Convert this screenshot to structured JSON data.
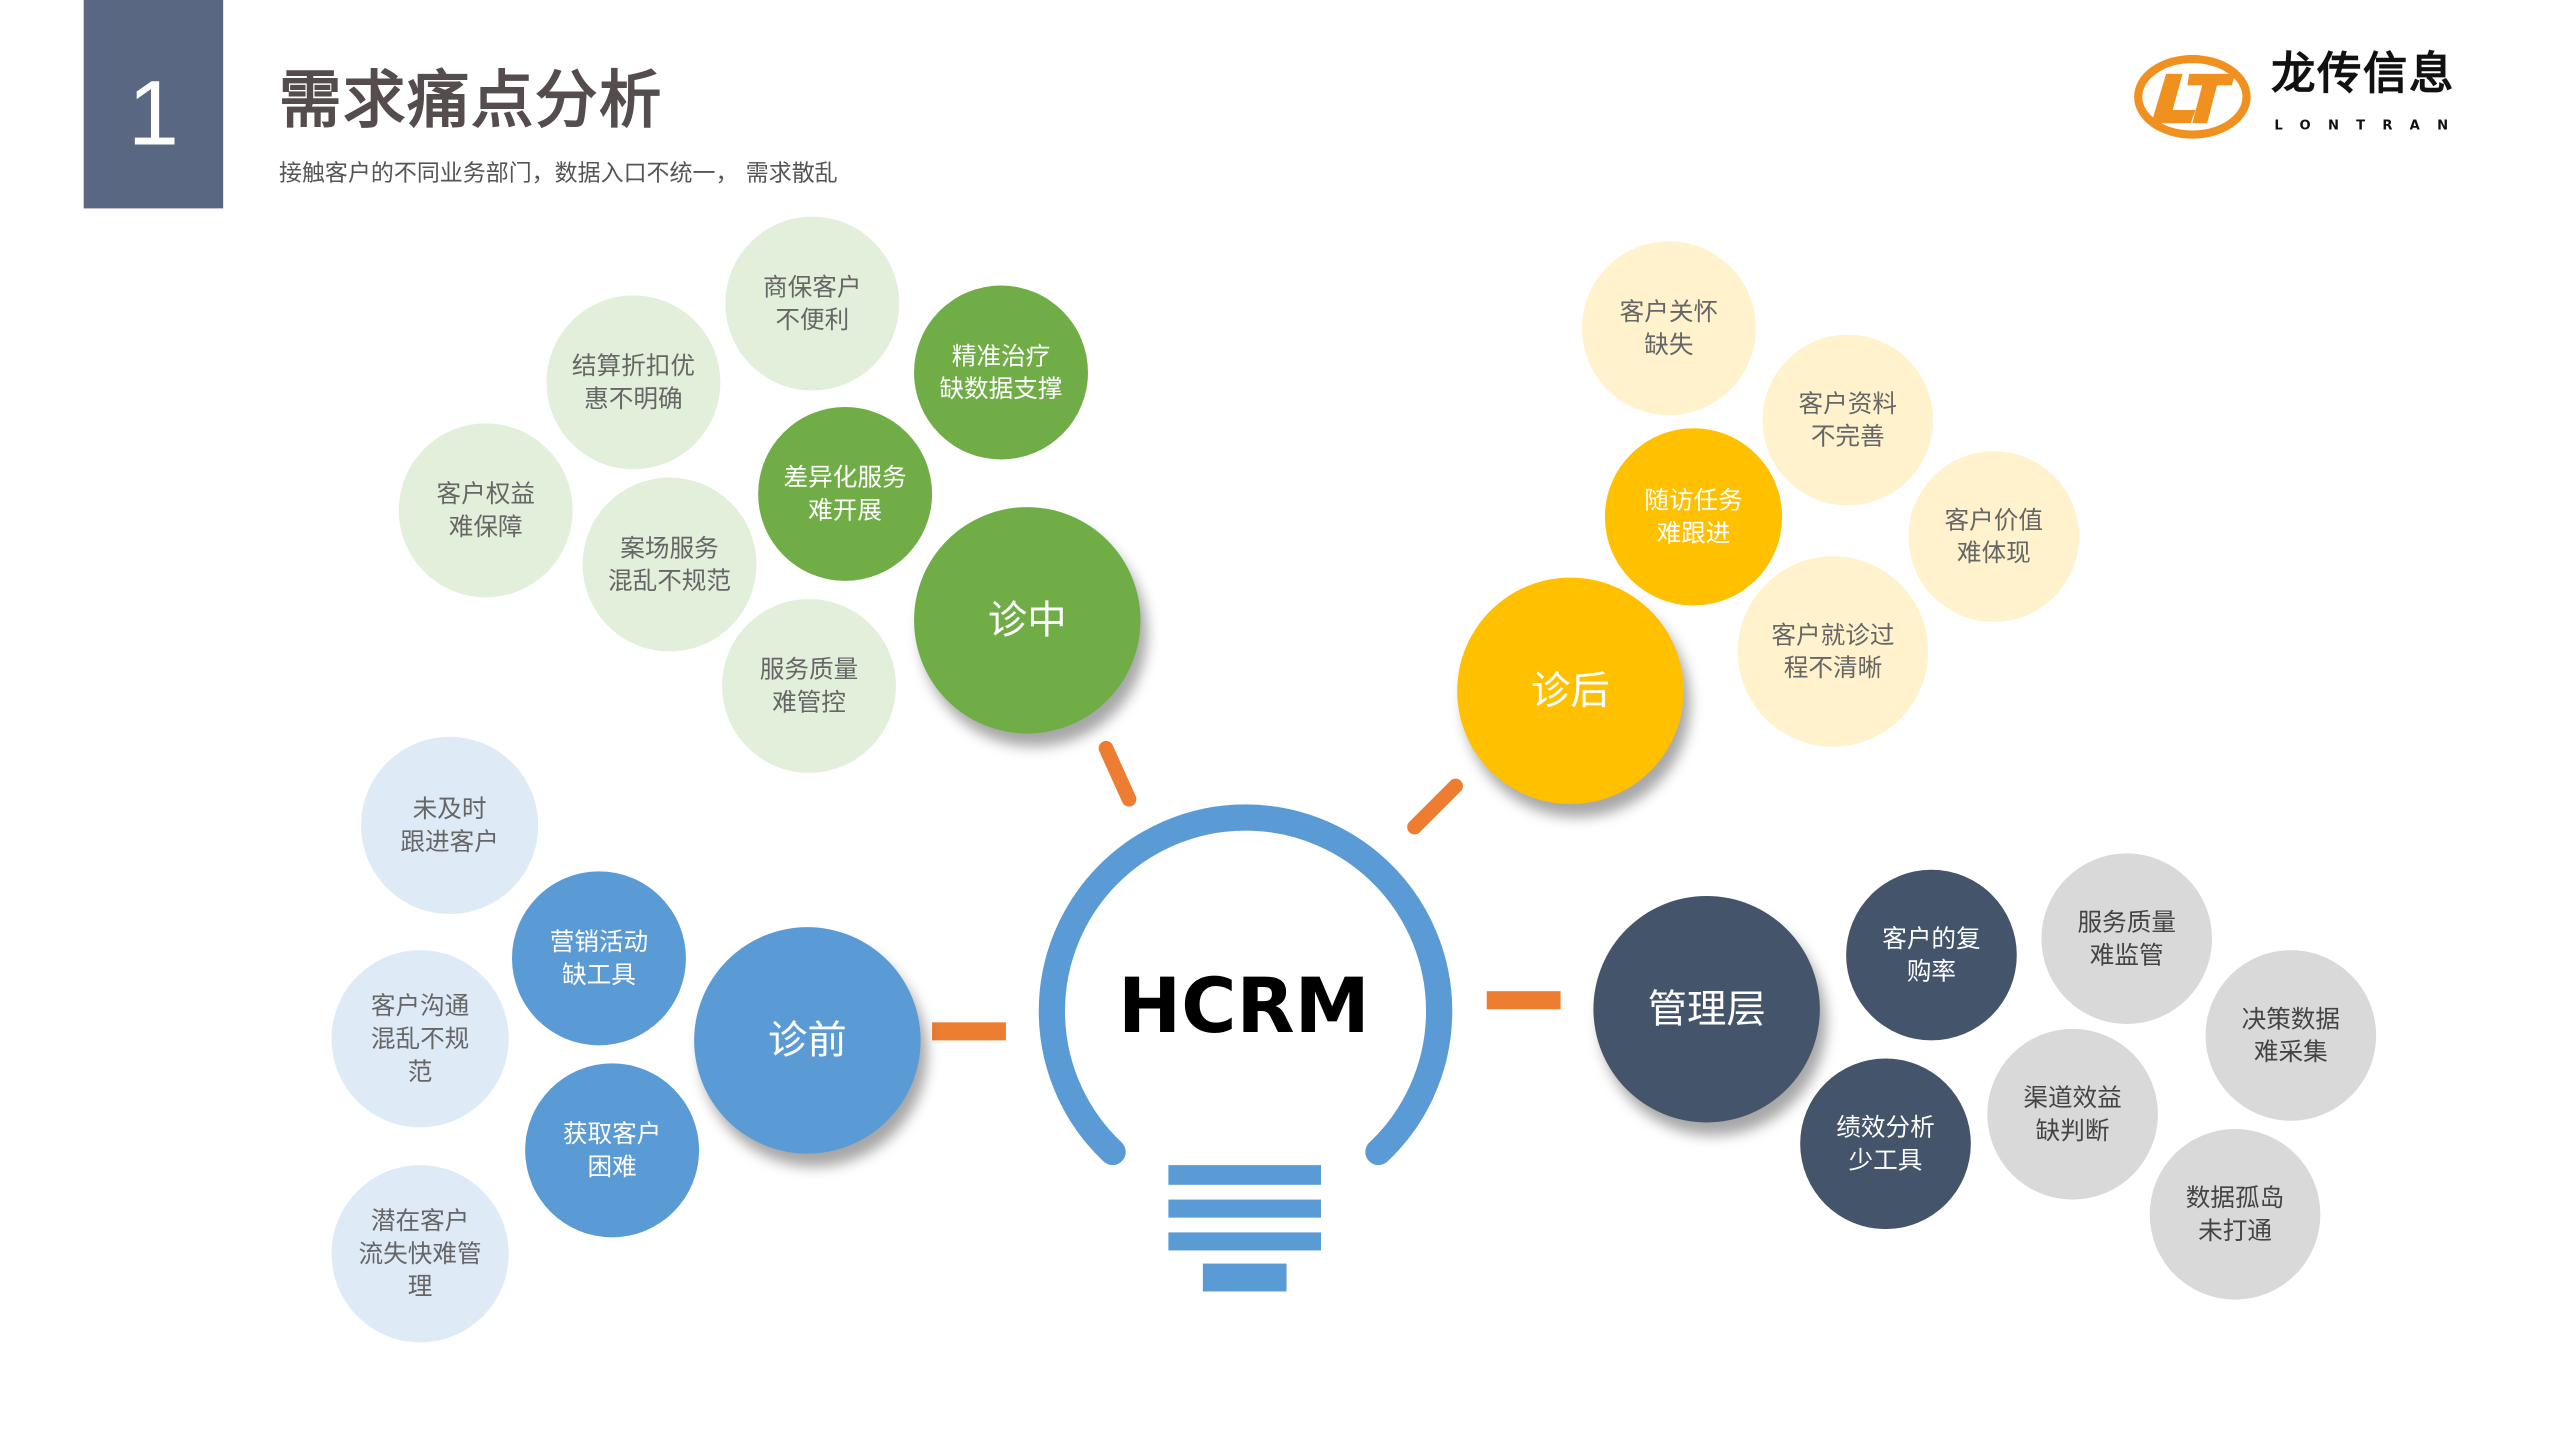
{
  "header": {
    "number": "1",
    "title": "需求痛点分析",
    "subtitle": "接触客户的不同业务部门，数据入口不统一， 需求散乱"
  },
  "logo": {
    "name_cn": "龙传信息",
    "name_en": "LONTRAN",
    "mark": "LT"
  },
  "center": {
    "label": "HCRM"
  },
  "colors": {
    "green_dark": "#70ad47",
    "green_light": "#e2efda",
    "yellow_dark": "#ffc000",
    "yellow_light": "#fff2cc",
    "blue_dark": "#5b9bd5",
    "blue_light": "#deebf7",
    "navy": "#44546a",
    "gray_light": "#d9d9d9",
    "connector": "#ed7d31"
  },
  "groups": [
    {
      "hub": "诊中",
      "key": "zhenzhong",
      "primary": [
        "精准治疗\n缺数据支撑",
        "差异化服务\n难开展"
      ],
      "secondary": [
        "商保客户\n不便利",
        "结算折扣优\n惠不明确",
        "客户权益\n难保障",
        "案场服务\n混乱不规范",
        "服务质量\n难管控"
      ]
    },
    {
      "hub": "诊后",
      "key": "zhenhou",
      "primary": [
        "随访任务\n难跟进"
      ],
      "secondary": [
        "客户关怀\n缺失",
        "客户资料\n不完善",
        "客户价值\n难体现",
        "客户就诊过\n程不清晰"
      ]
    },
    {
      "hub": "诊前",
      "key": "zhenqian",
      "primary": [
        "营销活动\n缺工具",
        "获取客户\n困难"
      ],
      "secondary": [
        "未及时\n跟进客户",
        "客户沟通\n混乱不规\n范",
        "潜在客户\n流失快难管\n理"
      ]
    },
    {
      "hub": "管理层",
      "key": "guanli",
      "primary": [
        "客户的复\n购率",
        "绩效分析\n少工具"
      ],
      "secondary": [
        "服务质量\n难监管",
        "决策数据\n难采集",
        "渠道效益\n缺判断",
        "数据孤岛\n未打通"
      ]
    }
  ]
}
